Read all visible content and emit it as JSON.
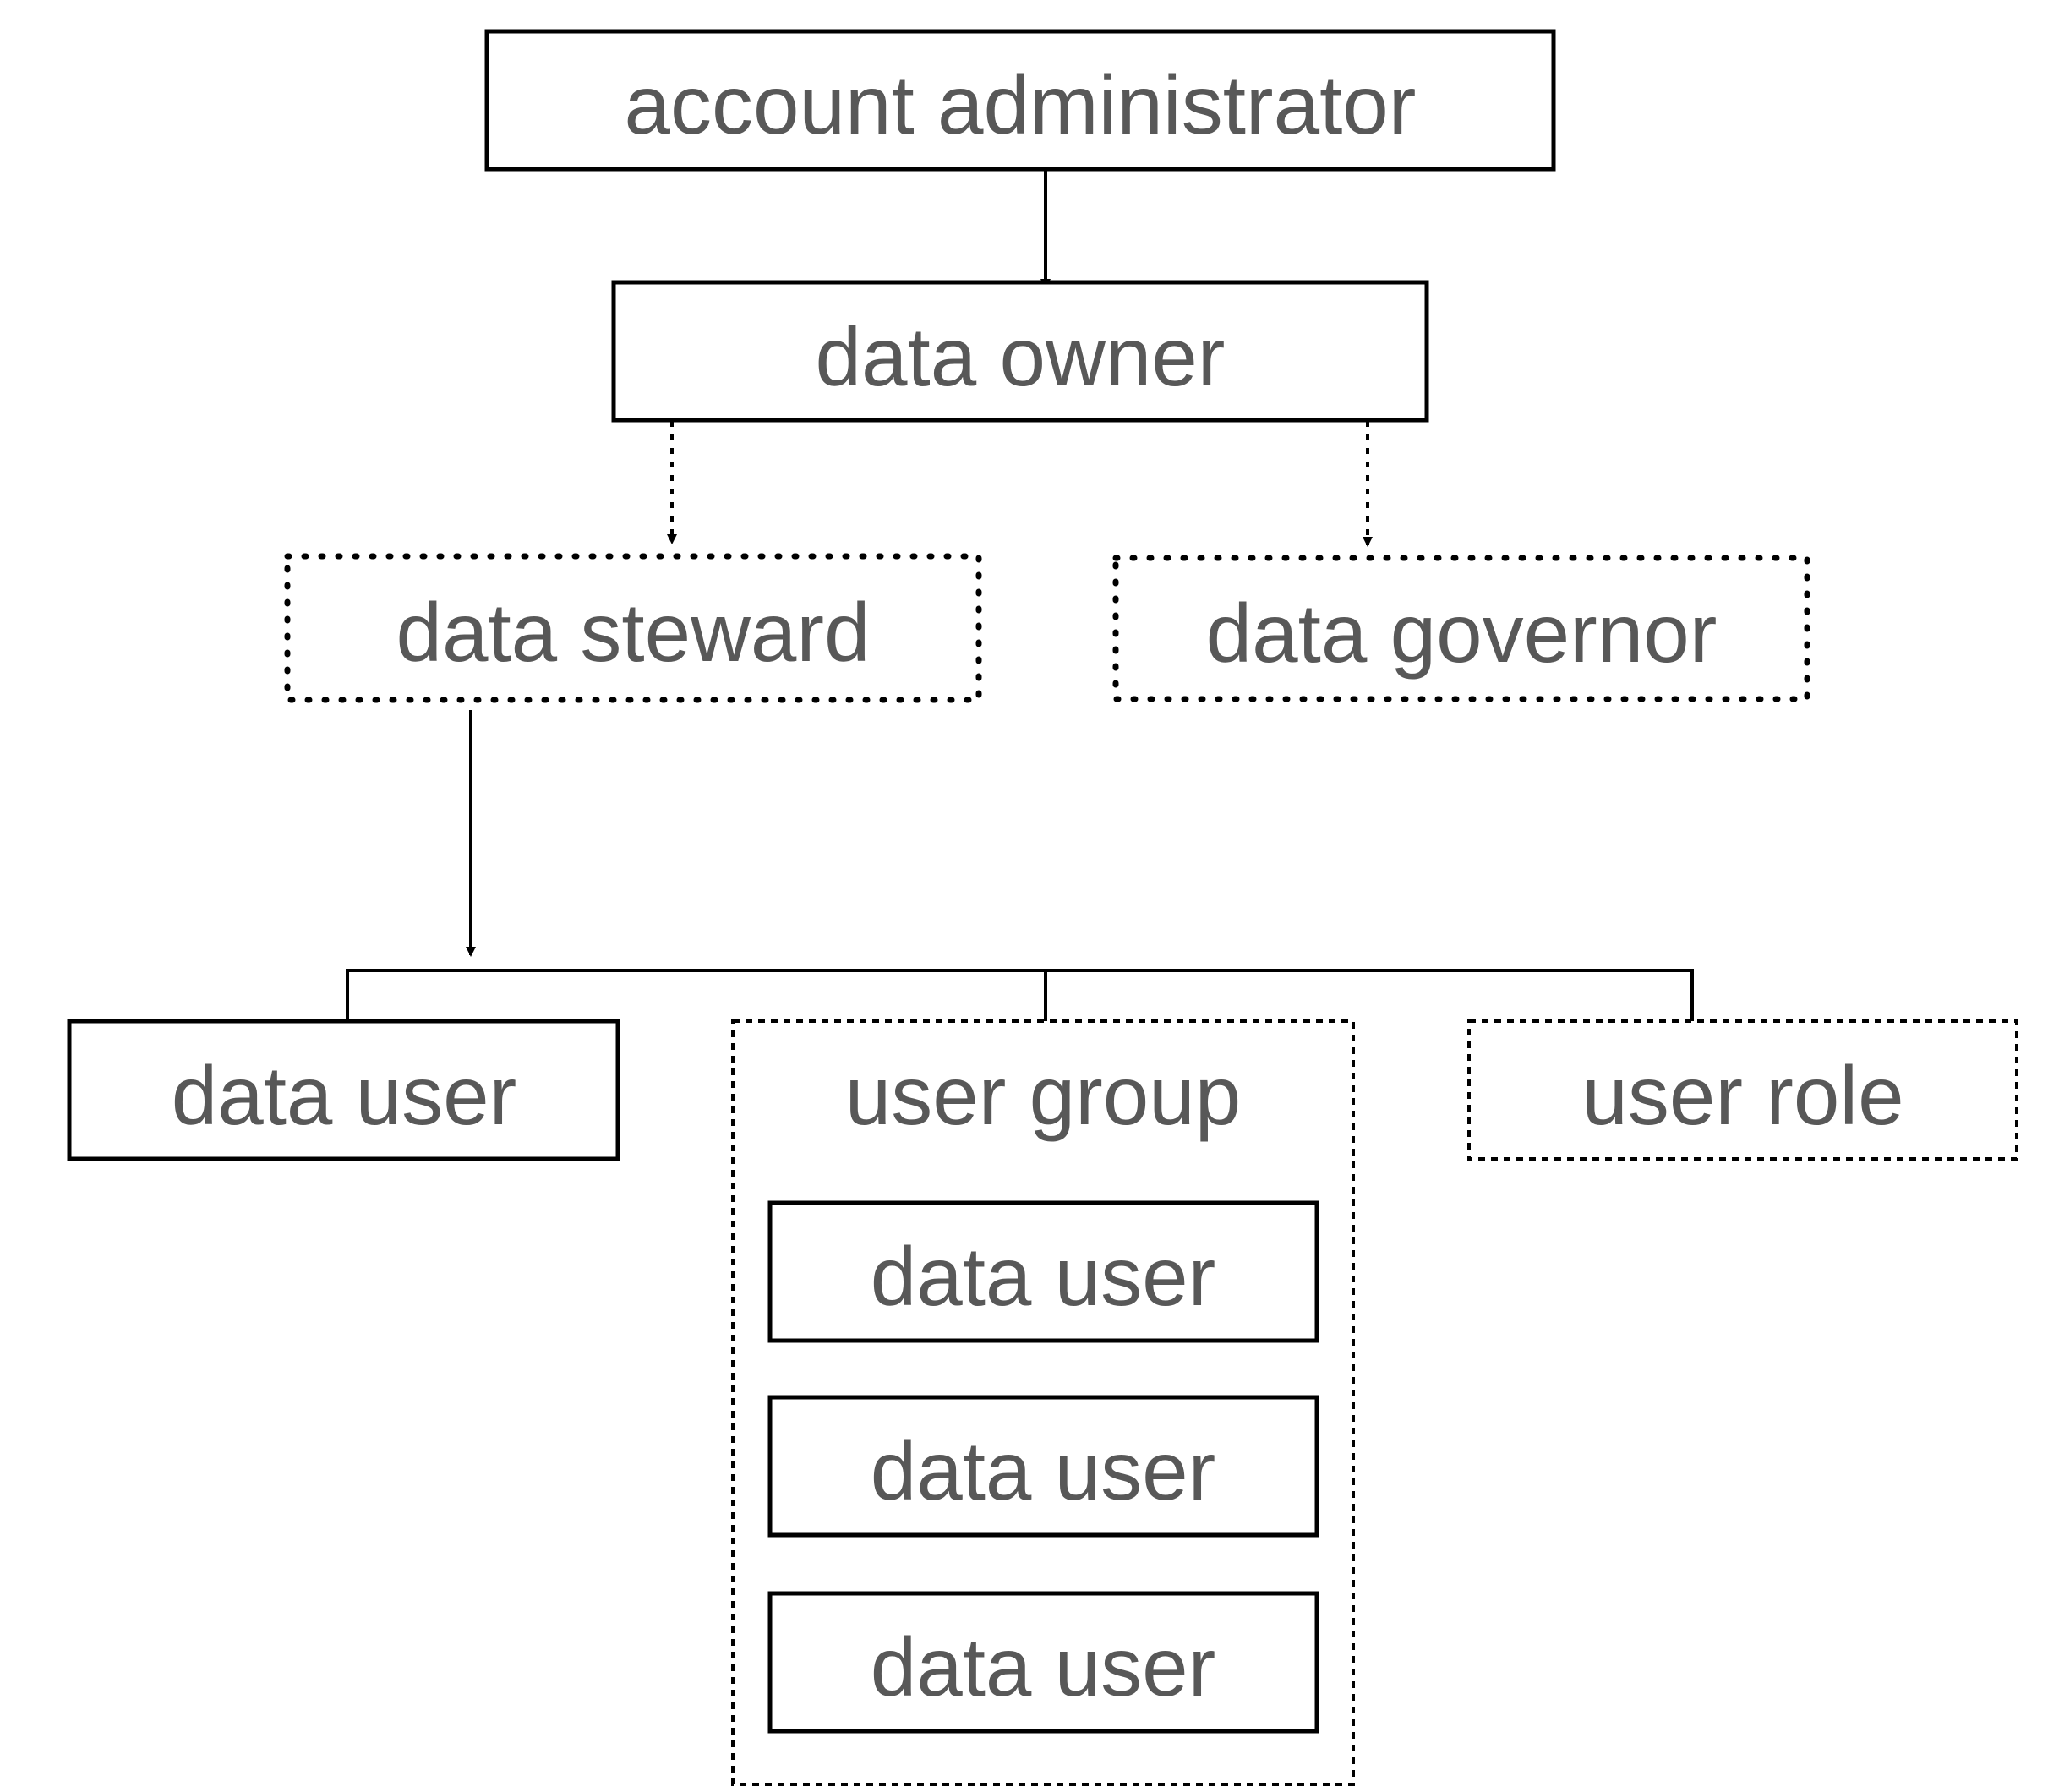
{
  "nodes": {
    "account_administrator": {
      "label": "account administrator",
      "border": "solid"
    },
    "data_owner": {
      "label": "data owner",
      "border": "solid"
    },
    "data_steward": {
      "label": "data steward",
      "border": "dotted"
    },
    "data_governor": {
      "label": "data governor",
      "border": "dotted"
    },
    "data_user": {
      "label": "data user",
      "border": "solid"
    },
    "user_group": {
      "label": "user group",
      "border": "dashed",
      "members": [
        {
          "label": "data user"
        },
        {
          "label": "data user"
        },
        {
          "label": "data user"
        }
      ]
    },
    "user_role": {
      "label": "user role",
      "border": "dashed"
    }
  },
  "edges": [
    {
      "from": "account administrator",
      "to": "data owner",
      "style": "solid"
    },
    {
      "from": "data owner",
      "to": "data steward",
      "style": "dotted"
    },
    {
      "from": "data owner",
      "to": "data governor",
      "style": "dotted"
    },
    {
      "from": "data steward",
      "to": "data user / user group / user role",
      "style": "solid"
    }
  ],
  "colors": {
    "stroke": "#000000",
    "text": "#585858",
    "background": "#ffffff"
  }
}
